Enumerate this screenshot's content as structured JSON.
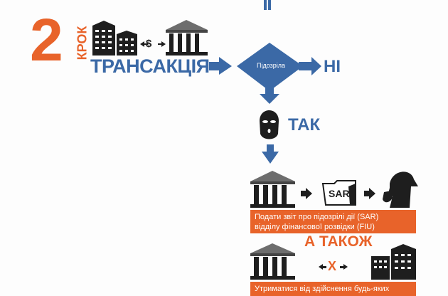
{
  "step": {
    "number": "2",
    "word": "КРОК"
  },
  "transaction_label": "ТРАНСАКЦІЯ",
  "money_symbol": "$",
  "decision": {
    "label": "Підозріла",
    "no": "НІ",
    "yes": "ТАК"
  },
  "sar_label": "SAR",
  "report_text": [
    "Подати звіт про підозрілі дії (SAR)",
    "відділу фінансової розвідки (FIU)"
  ],
  "also_label": "А ТАКОЖ",
  "block_symbol": "X",
  "refrain_text": "Утриматися від здійснення будь-яких",
  "colors": {
    "orange": "#e8632a",
    "blue": "#3b69a6",
    "dark": "#1e1e1e"
  }
}
